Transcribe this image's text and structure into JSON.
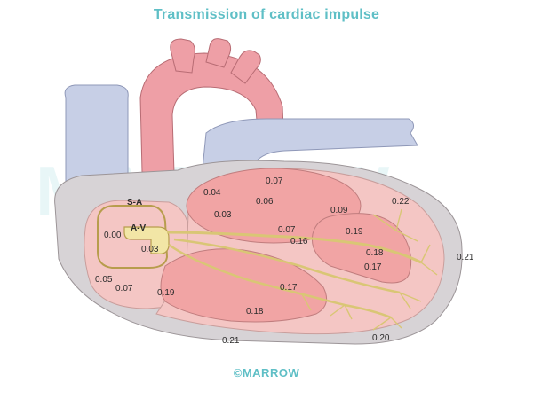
{
  "title": "Transmission of cardiac impulse",
  "watermark": "MARROW",
  "logo": "©MARROW",
  "nodes": {
    "sa": "S-A",
    "av": "A-V"
  },
  "times": [
    "0.07",
    "0.04",
    "0.06",
    "0.03",
    "0.09",
    "0.22",
    "0.07",
    "0.16",
    "0.19",
    "0.18",
    "0.17",
    "0.21",
    "0.00",
    "0.03",
    "0.05",
    "0.07",
    "0.19",
    "0.17",
    "0.18",
    "0.21",
    "0.20"
  ],
  "colors": {
    "title": "#5fbfc6",
    "heart_outer": "#d7d3d6",
    "heart_inner": "#f4c6c4",
    "chamber": "#f1a4a4",
    "conduction": "#f2e6a6",
    "vessel_blue": "#c7cfe6",
    "aorta_pink": "#ee9fa6"
  }
}
